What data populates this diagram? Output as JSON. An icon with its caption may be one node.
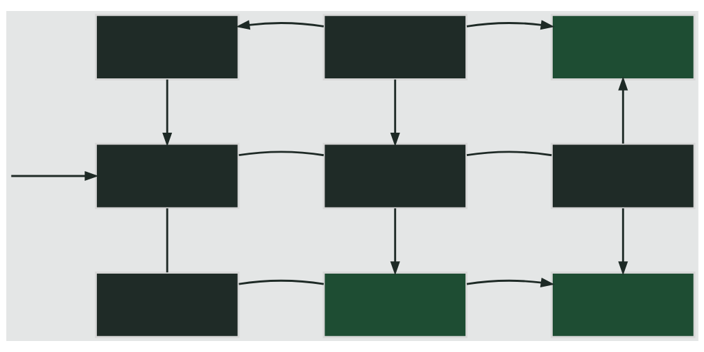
{
  "diagram": {
    "nodes": [
      {
        "text": [],
        "shape": "box"
      },
      {
        "text": [],
        "shape": "box"
      },
      {
        "text": [],
        "shape": "box"
      },
      {
        "text": [],
        "shape": "box"
      },
      {
        "text": [],
        "shape": "box"
      },
      {
        "text": [],
        "shape": "box"
      },
      {
        "text": [],
        "shape": "box"
      },
      {
        "text": [],
        "shape": "box"
      },
      {
        "text": [],
        "shape": "box"
      }
    ],
    "edges": [
      {
        "from": 1,
        "to": 0,
        "arrow": "to"
      },
      {
        "from": 1,
        "to": 2,
        "arrow": "to"
      },
      {
        "from": 0,
        "to": 3,
        "arrow": "to"
      },
      {
        "from": 1,
        "to": 4,
        "arrow": "to"
      },
      {
        "from": 5,
        "to": 2,
        "arrow": "to"
      },
      {
        "from": null,
        "to": 3,
        "arrow": "to"
      },
      {
        "from": 3,
        "to": 4,
        "arrow": "none"
      },
      {
        "from": 4,
        "to": 5,
        "arrow": "none"
      },
      {
        "from": 3,
        "to": 6,
        "arrow": "none"
      },
      {
        "from": 4,
        "to": 7,
        "arrow": "to"
      },
      {
        "from": 5,
        "to": 8,
        "arrow": "to"
      },
      {
        "from": 6,
        "to": 7,
        "arrow": "none"
      },
      {
        "from": 7,
        "to": 8,
        "arrow": "to"
      }
    ]
  }
}
